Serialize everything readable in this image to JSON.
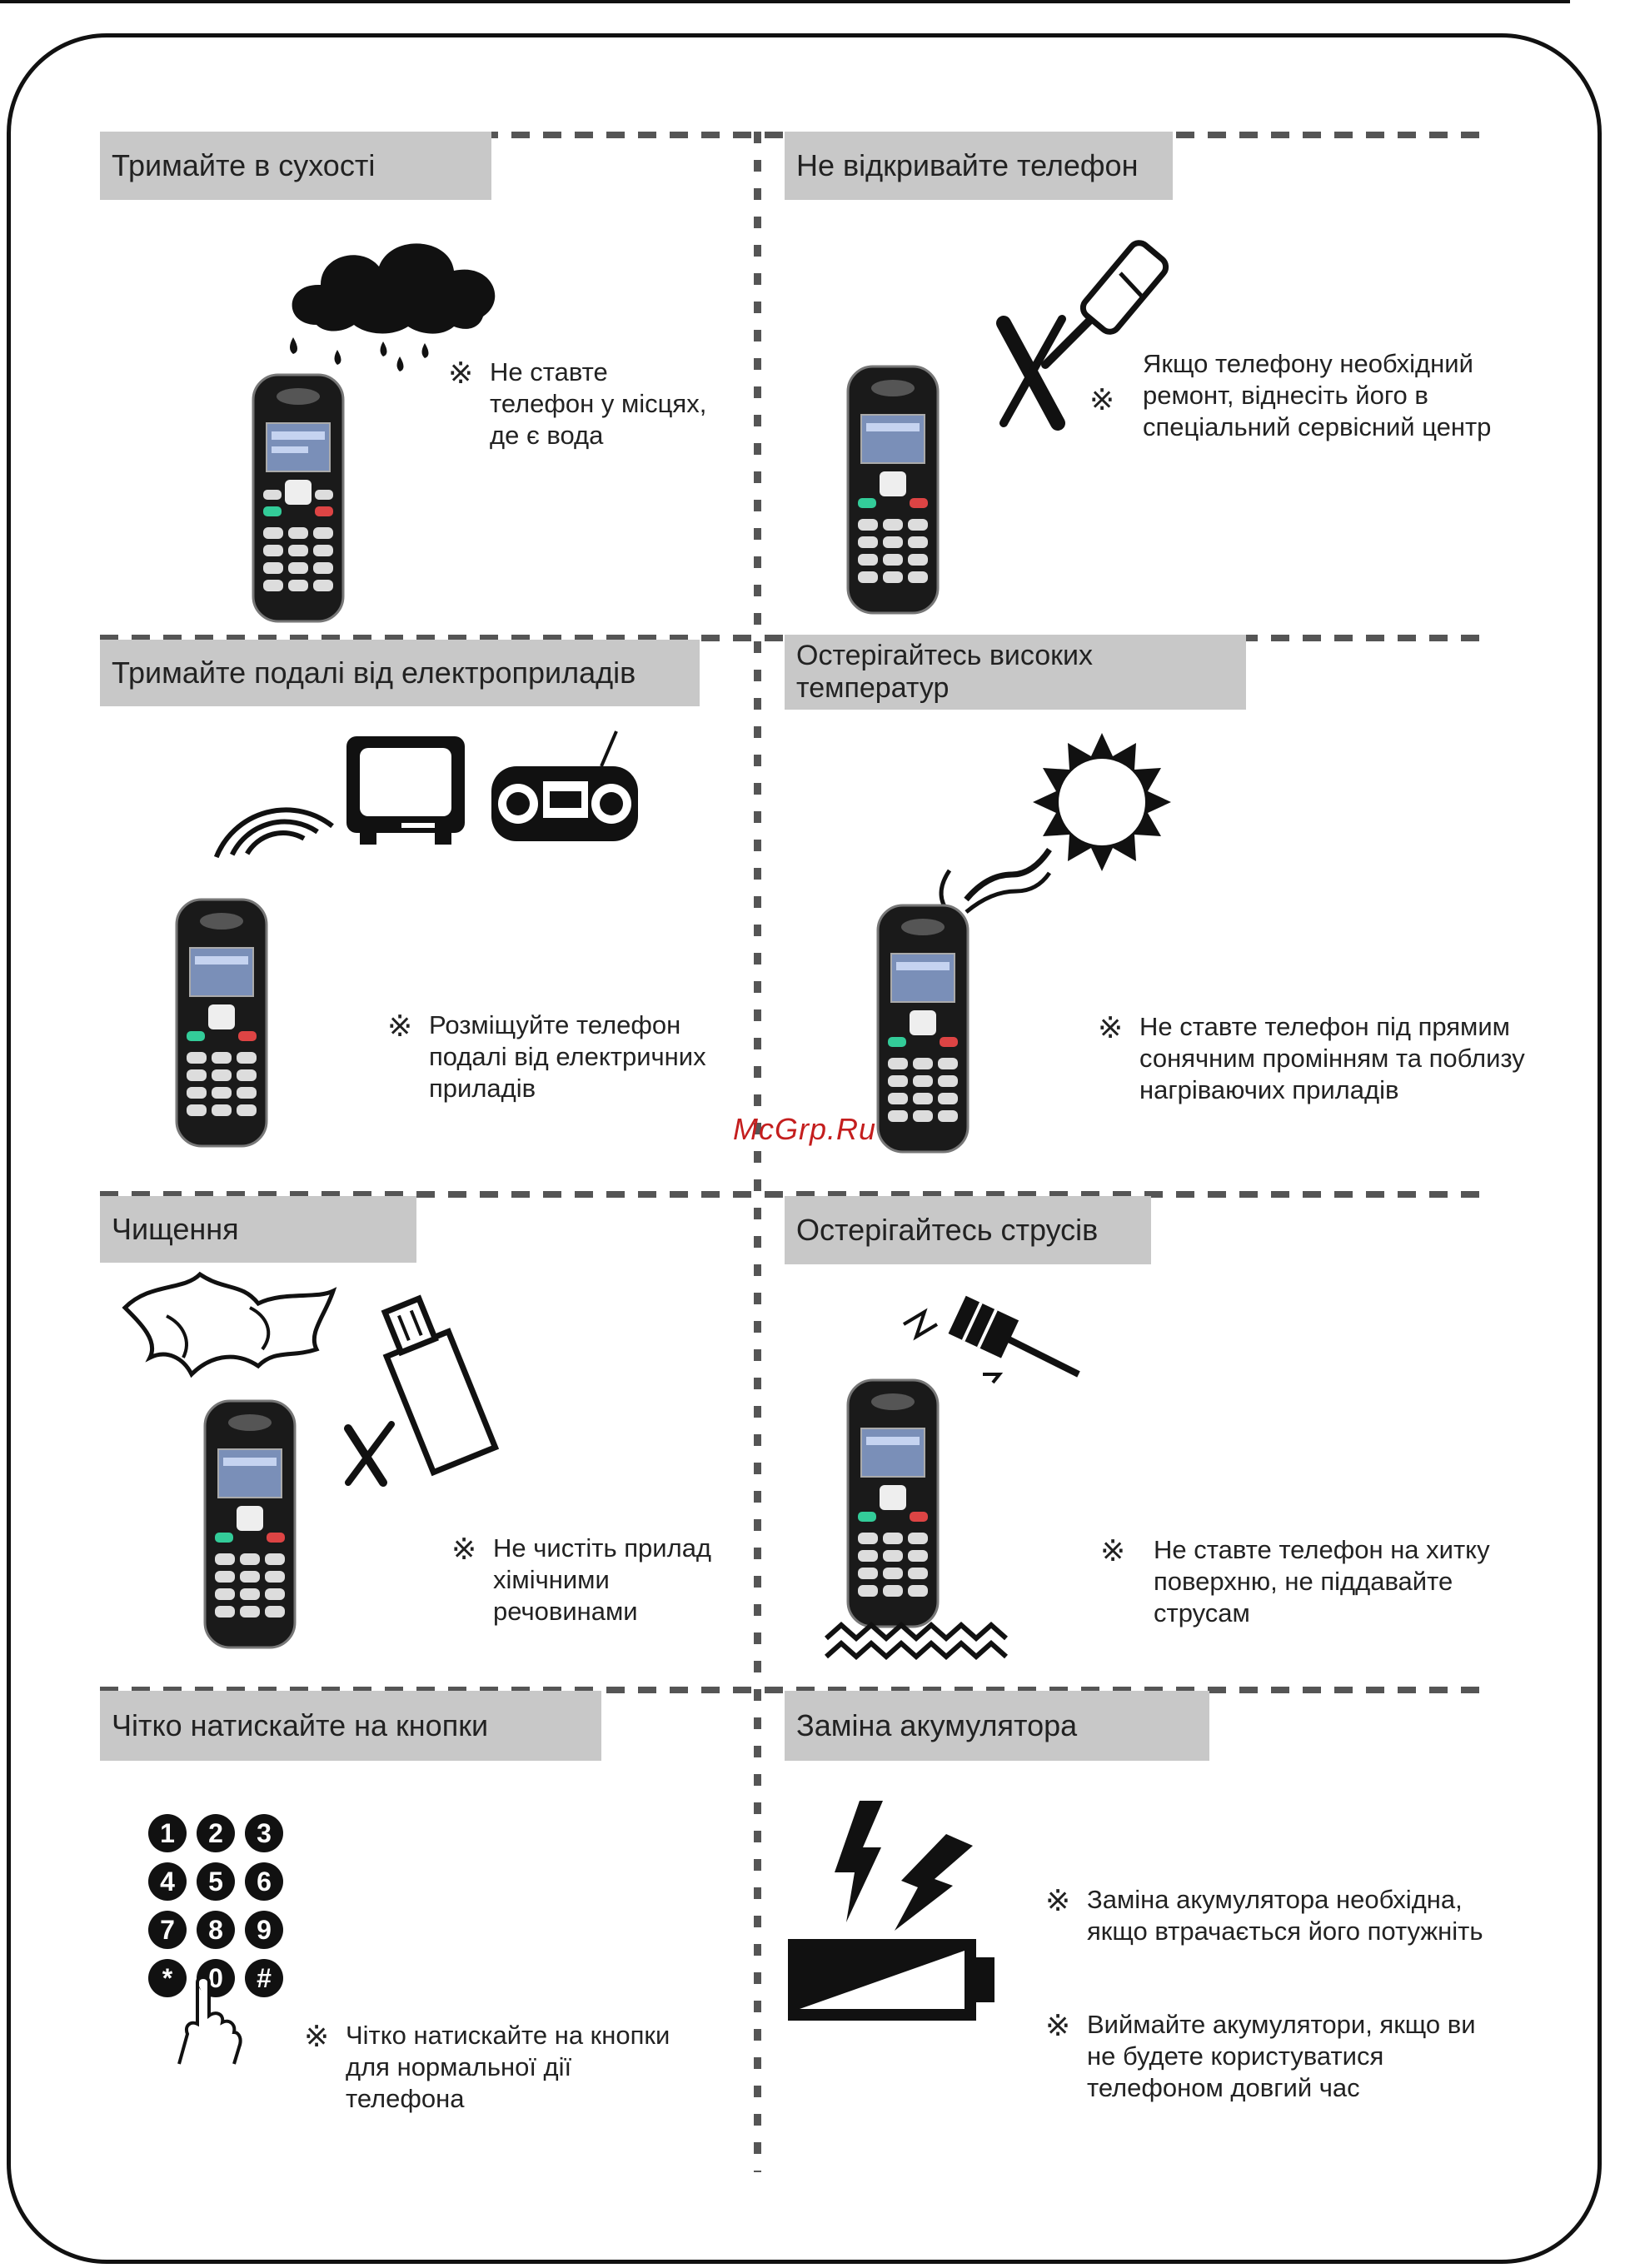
{
  "watermark": "McGrp.Ru",
  "note_mark": "※",
  "sections": [
    {
      "id": "dry",
      "title": "Тримайте в сухості",
      "note": "Не ставте\nтелефон у місцях,\nде є вода"
    },
    {
      "id": "open",
      "title": "Не відкривайте телефон",
      "note": "Якщо телефону необхідний\nремонт, віднесіть його в\nспеціальний сервісний центр"
    },
    {
      "id": "appliances",
      "title": "Тримайте подалі від електроприладів",
      "note": "Розміщуйте телефон\nподалі від електричних\nприладів"
    },
    {
      "id": "heat",
      "title": "Остерігайтесь високих\nтемператур",
      "note": "Не ставте телефон під прямим\nсонячним промінням та поблизу\nнагріваючих приладів"
    },
    {
      "id": "cleaning",
      "title": "Чищення",
      "note": "Не чистіть прилад\nхімічними\nречовинами"
    },
    {
      "id": "shock",
      "title": "Остерігайтесь струсів",
      "note": "Не ставте телефон на хитку\nповерхню, не піддавайте\nструсам"
    },
    {
      "id": "keys",
      "title": "Чітко натискайте на кнопки",
      "note": "Чітко натискайте на кнопки\nдля нормальної дії\nтелефона",
      "keypad": [
        "1",
        "2",
        "3",
        "4",
        "5",
        "6",
        "7",
        "8",
        "9",
        "*",
        "0",
        "#"
      ]
    },
    {
      "id": "battery",
      "title": "Заміна акумулятора",
      "note": "Заміна акумулятора необхідна,\nякщо втрачається його потужніть",
      "note2": "Виймайте акумулятори, якщо ви\nне будете користуватися\nтелефоном довгий час"
    }
  ]
}
